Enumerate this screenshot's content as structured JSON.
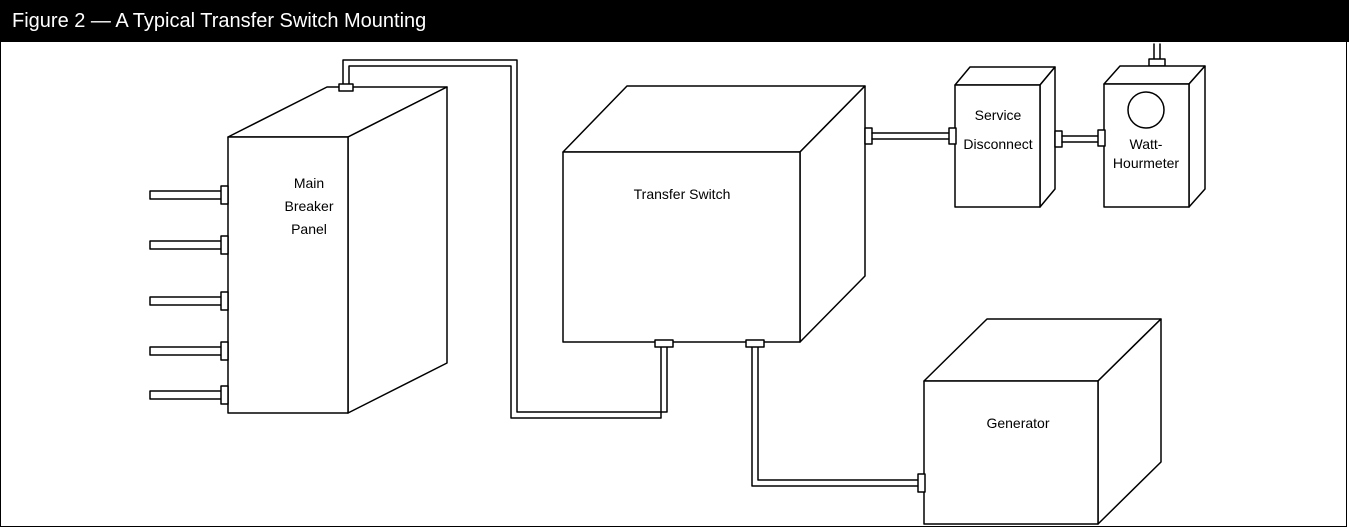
{
  "figure": {
    "title": "Figure 2 — A Typical Transfer Switch Mounting"
  },
  "components": {
    "main_breaker_panel": {
      "line1": "Main",
      "line2": "Breaker",
      "line3": "Panel"
    },
    "transfer_switch": {
      "label": "Transfer Switch"
    },
    "service_disconnect": {
      "line1": "Service",
      "line2": "Disconnect"
    },
    "watt_hourmeter": {
      "line1": "Watt-",
      "line2": "Hourmeter"
    },
    "generator": {
      "label": "Generator"
    }
  },
  "colors": {
    "line": "#000000",
    "background": "#ffffff",
    "title_bar": "#000000",
    "title_text": "#ffffff"
  }
}
